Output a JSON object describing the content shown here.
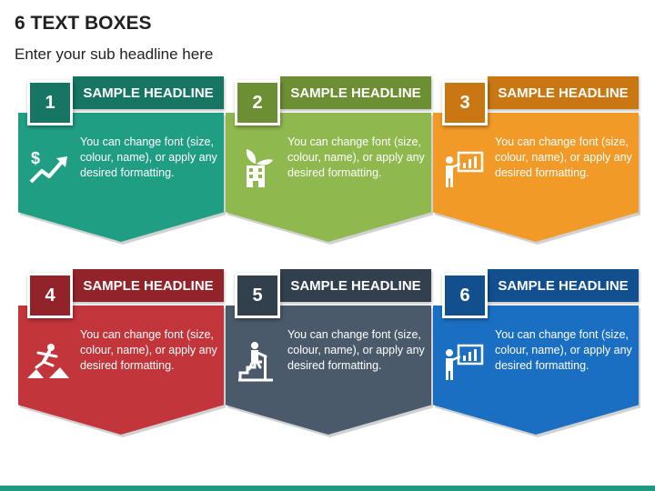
{
  "slide": {
    "title": "6 TEXT BOXES",
    "subtitle": "Enter your sub headline here"
  },
  "cards": [
    {
      "number": "1",
      "headline": "SAMPLE HEADLINE",
      "text": "You can change font (size, colour, name), or apply any desired formatting.",
      "icon": "growth-dollar-icon",
      "body_color": "#1f9e83",
      "dark_color": "#167563"
    },
    {
      "number": "2",
      "headline": "SAMPLE HEADLINE",
      "text": "You can change font (size, colour, name), or apply any desired formatting.",
      "icon": "eco-building-icon",
      "body_color": "#8fb84e",
      "dark_color": "#6c8f34"
    },
    {
      "number": "3",
      "headline": "SAMPLE HEADLINE",
      "text": "You can change font (size, colour, name), or apply any desired formatting.",
      "icon": "presenter-chart-icon",
      "body_color": "#f19a27",
      "dark_color": "#c97712"
    },
    {
      "number": "4",
      "headline": "SAMPLE HEADLINE",
      "text": "You can change font (size, colour, name), or apply any desired formatting.",
      "icon": "running-obstacle-icon",
      "body_color": "#c2353a",
      "dark_color": "#93232a"
    },
    {
      "number": "5",
      "headline": "SAMPLE HEADLINE",
      "text": "You can change font (size, colour, name), or apply any desired formatting.",
      "icon": "climbing-stairs-icon",
      "body_color": "#4a5a6b",
      "dark_color": "#323f4d"
    },
    {
      "number": "6",
      "headline": "SAMPLE HEADLINE",
      "text": "You can change font (size, colour, name), or apply any desired formatting.",
      "icon": "presenter-chart-icon",
      "body_color": "#1b6fc2",
      "dark_color": "#114f8f"
    }
  ]
}
